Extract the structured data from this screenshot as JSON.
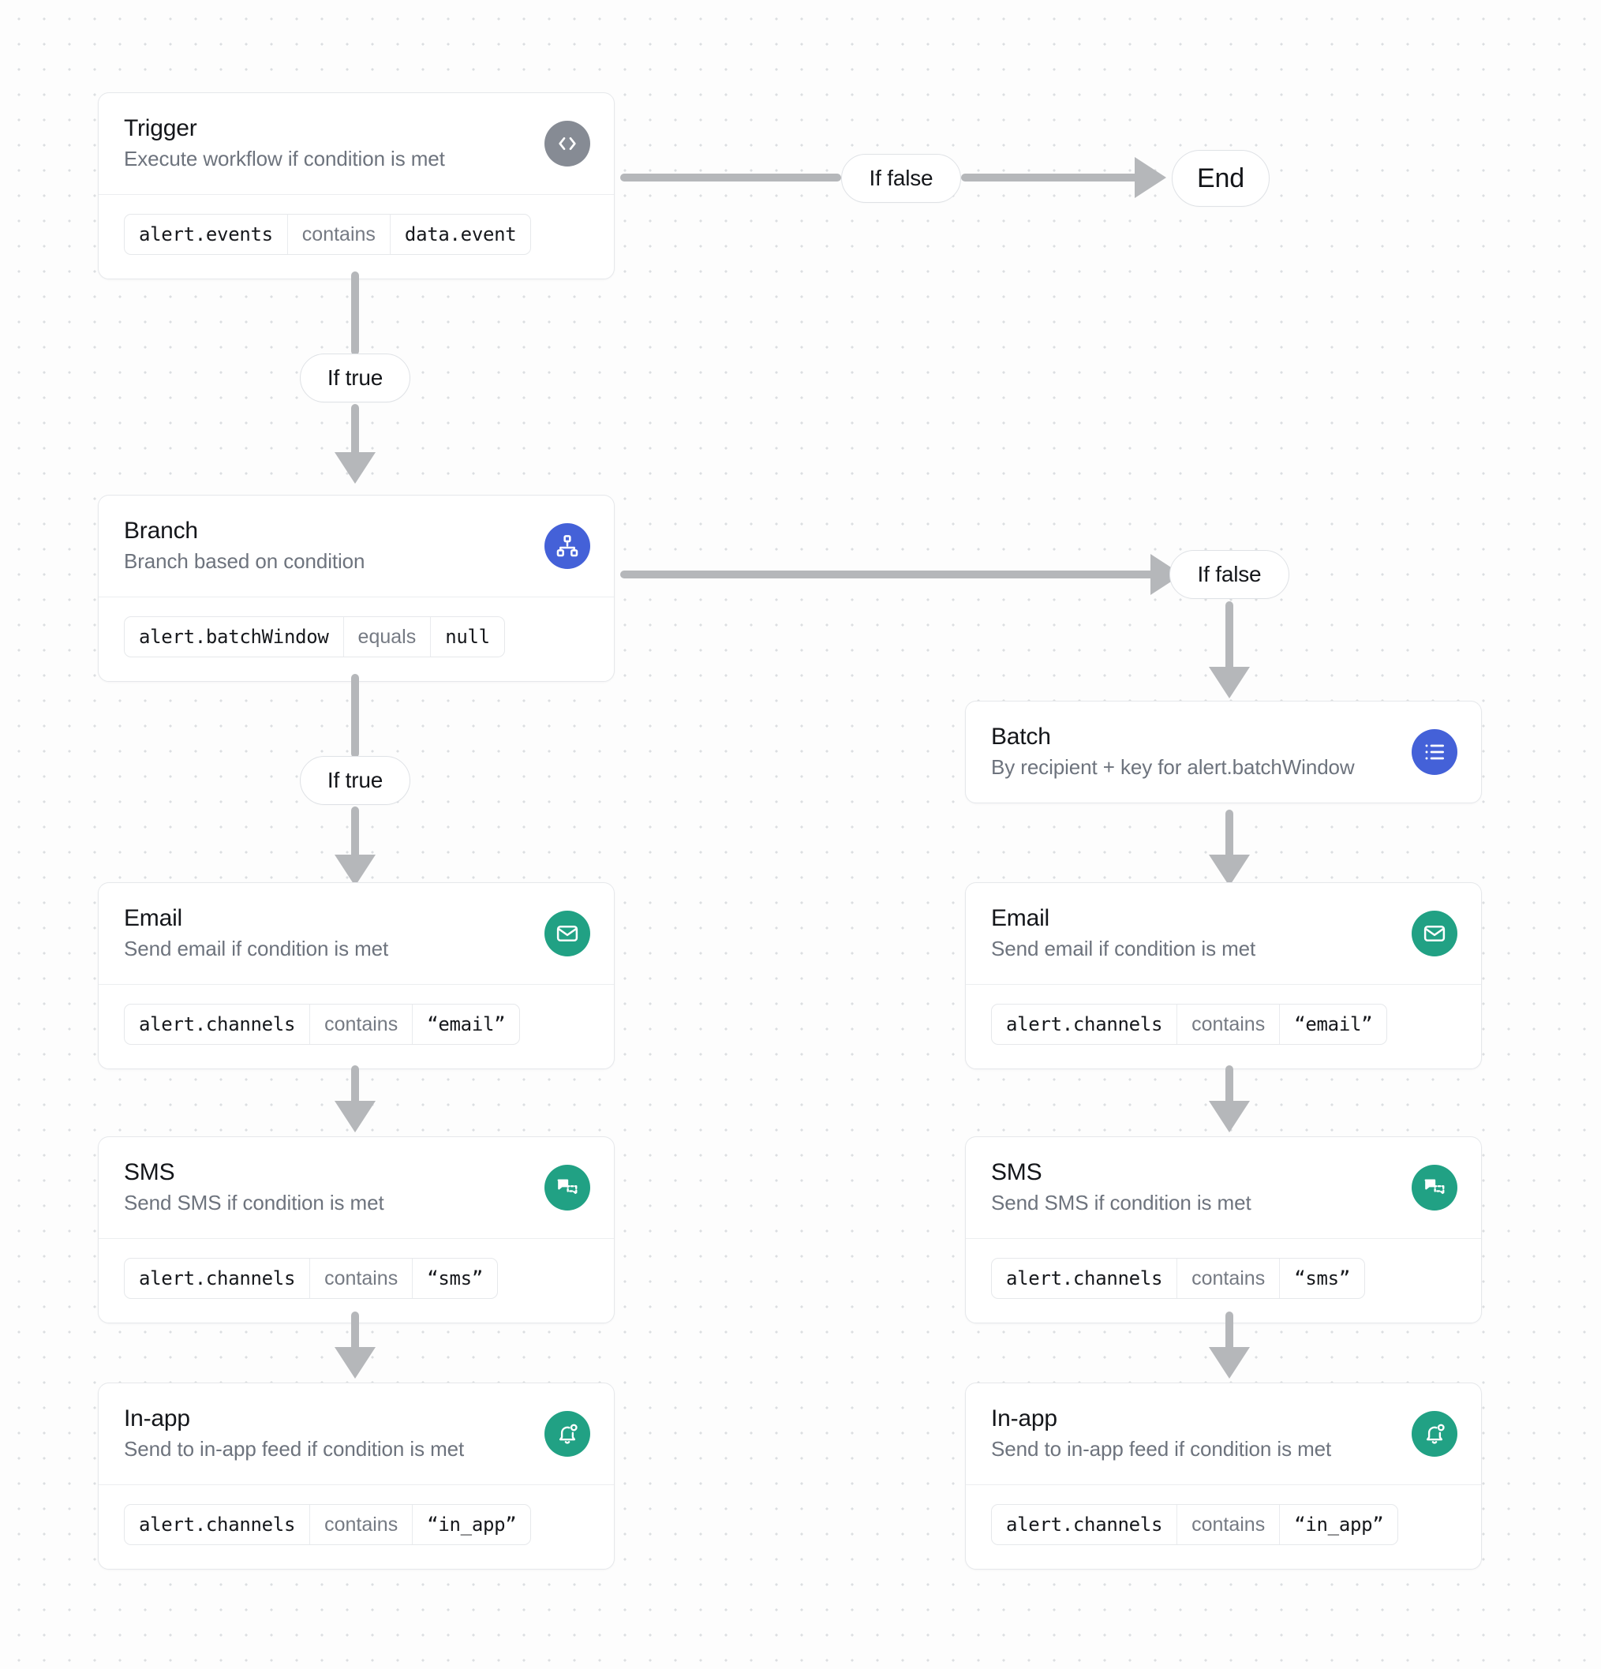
{
  "canvas": {
    "background": "#fdfdfd",
    "dot_color": "#dcdee1",
    "connector_color": "#b5b7ba"
  },
  "colors": {
    "trigger_badge": "#868b94",
    "branch_badge": "#4461d8",
    "batch_badge": "#4461d8",
    "channel_badge": "#21a184",
    "card_border": "#e6e8eb",
    "title_text": "#14161a",
    "subtitle_text": "#6d737d"
  },
  "nodes": {
    "trigger": {
      "title": "Trigger",
      "subtitle": "Execute workflow if condition is met",
      "icon": "code-brackets-icon",
      "condition": {
        "field": "alert.events",
        "operator": "contains",
        "value": "data.event"
      }
    },
    "branch": {
      "title": "Branch",
      "subtitle": "Branch based on condition",
      "icon": "sitemap-icon",
      "condition": {
        "field": "alert.batchWindow",
        "operator": "equals",
        "value": "null"
      }
    },
    "batch": {
      "title": "Batch",
      "subtitle": "By recipient + key for alert.batchWindow",
      "icon": "list-icon"
    },
    "email_left": {
      "title": "Email",
      "subtitle": "Send email if condition is met",
      "icon": "envelope-icon",
      "condition": {
        "field": "alert.channels",
        "operator": "contains",
        "value": "“email”"
      }
    },
    "sms_left": {
      "title": "SMS",
      "subtitle": "Send SMS if condition is met",
      "icon": "chat-bubbles-icon",
      "condition": {
        "field": "alert.channels",
        "operator": "contains",
        "value": "“sms”"
      }
    },
    "inapp_left": {
      "title": "In-app",
      "subtitle": "Send to in-app feed if condition is met",
      "icon": "bell-badge-icon",
      "condition": {
        "field": "alert.channels",
        "operator": "contains",
        "value": "“in_app”"
      }
    },
    "email_right": {
      "title": "Email",
      "subtitle": "Send email if condition is met",
      "icon": "envelope-icon",
      "condition": {
        "field": "alert.channels",
        "operator": "contains",
        "value": "“email”"
      }
    },
    "sms_right": {
      "title": "SMS",
      "subtitle": "Send SMS if condition is met",
      "icon": "chat-bubbles-icon",
      "condition": {
        "field": "alert.channels",
        "operator": "contains",
        "value": "“sms”"
      }
    },
    "inapp_right": {
      "title": "In-app",
      "subtitle": "Send to in-app feed if condition is met",
      "icon": "bell-badge-icon",
      "condition": {
        "field": "alert.channels",
        "operator": "contains",
        "value": "“in_app”"
      }
    },
    "end": {
      "label": "End"
    }
  },
  "labels": {
    "trigger_false": "If false",
    "trigger_true": "If true",
    "branch_false": "If false",
    "branch_true": "If true"
  }
}
